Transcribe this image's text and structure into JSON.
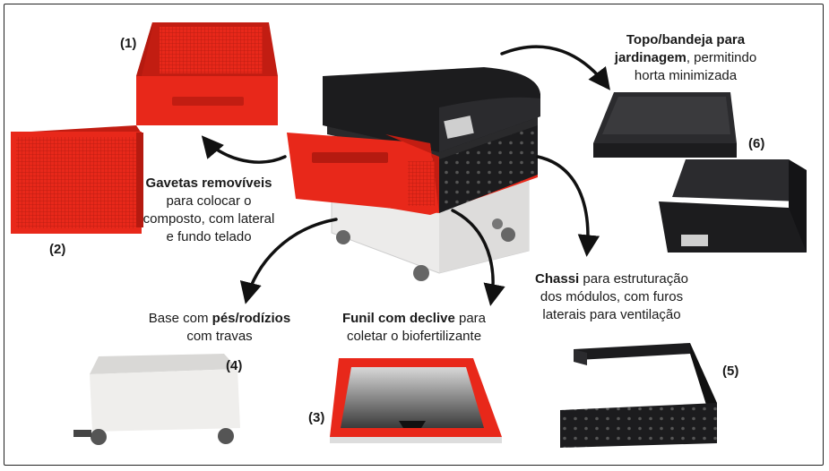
{
  "labels": {
    "n1": "(1)",
    "n2": "(2)",
    "n3": "(3)",
    "n4": "(4)",
    "n5": "(5)",
    "n6": "(6)"
  },
  "captions": {
    "gavetas": {
      "bold": "Gavetas removíveis",
      "l1": "para colocar o",
      "l2": "composto, com lateral",
      "l3": "e fundo telado"
    },
    "topo": {
      "bold1": "Topo/bandeja para",
      "bold2": "jardinagem",
      "rest2": ", permitindo",
      "l3": "horta minimizada"
    },
    "base": {
      "pre": "Base com ",
      "bold": "pés/rodízios",
      "l2": "com travas"
    },
    "funil": {
      "bold": "Funil com declive",
      "rest1": " para",
      "l2": "coletar o biofertilizante"
    },
    "chassi": {
      "bold": "Chassi",
      "rest1": " para estruturação",
      "l2": "dos módulos, com furos",
      "l3": "laterais para ventilação"
    }
  },
  "colors": {
    "red": "#e8281a",
    "black": "#1c1c1e",
    "white_base": "#ecebea",
    "arrow": "#111111"
  }
}
